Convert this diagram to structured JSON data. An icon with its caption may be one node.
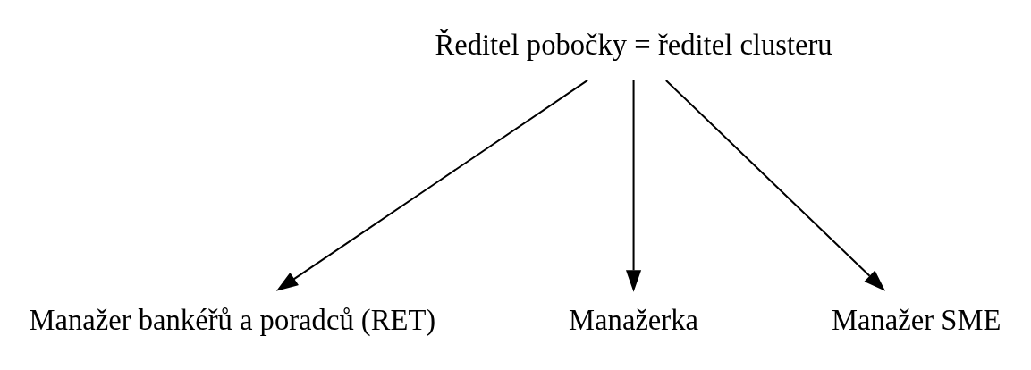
{
  "diagram": {
    "nodes": [
      {
        "text": [
          "Ředitel pobočky = ředitel clusteru"
        ]
      },
      {
        "text": [
          "Manažer bankéřů a poradců (RET)"
        ]
      },
      {
        "text": [
          "Manažerka"
        ]
      },
      {
        "text": [
          "Manažer SME"
        ]
      }
    ],
    "edges": [
      {
        "from": 0,
        "to": 1,
        "arrow": "to"
      },
      {
        "from": 0,
        "to": 2,
        "arrow": "to"
      },
      {
        "from": 0,
        "to": 3,
        "arrow": "to"
      }
    ]
  }
}
